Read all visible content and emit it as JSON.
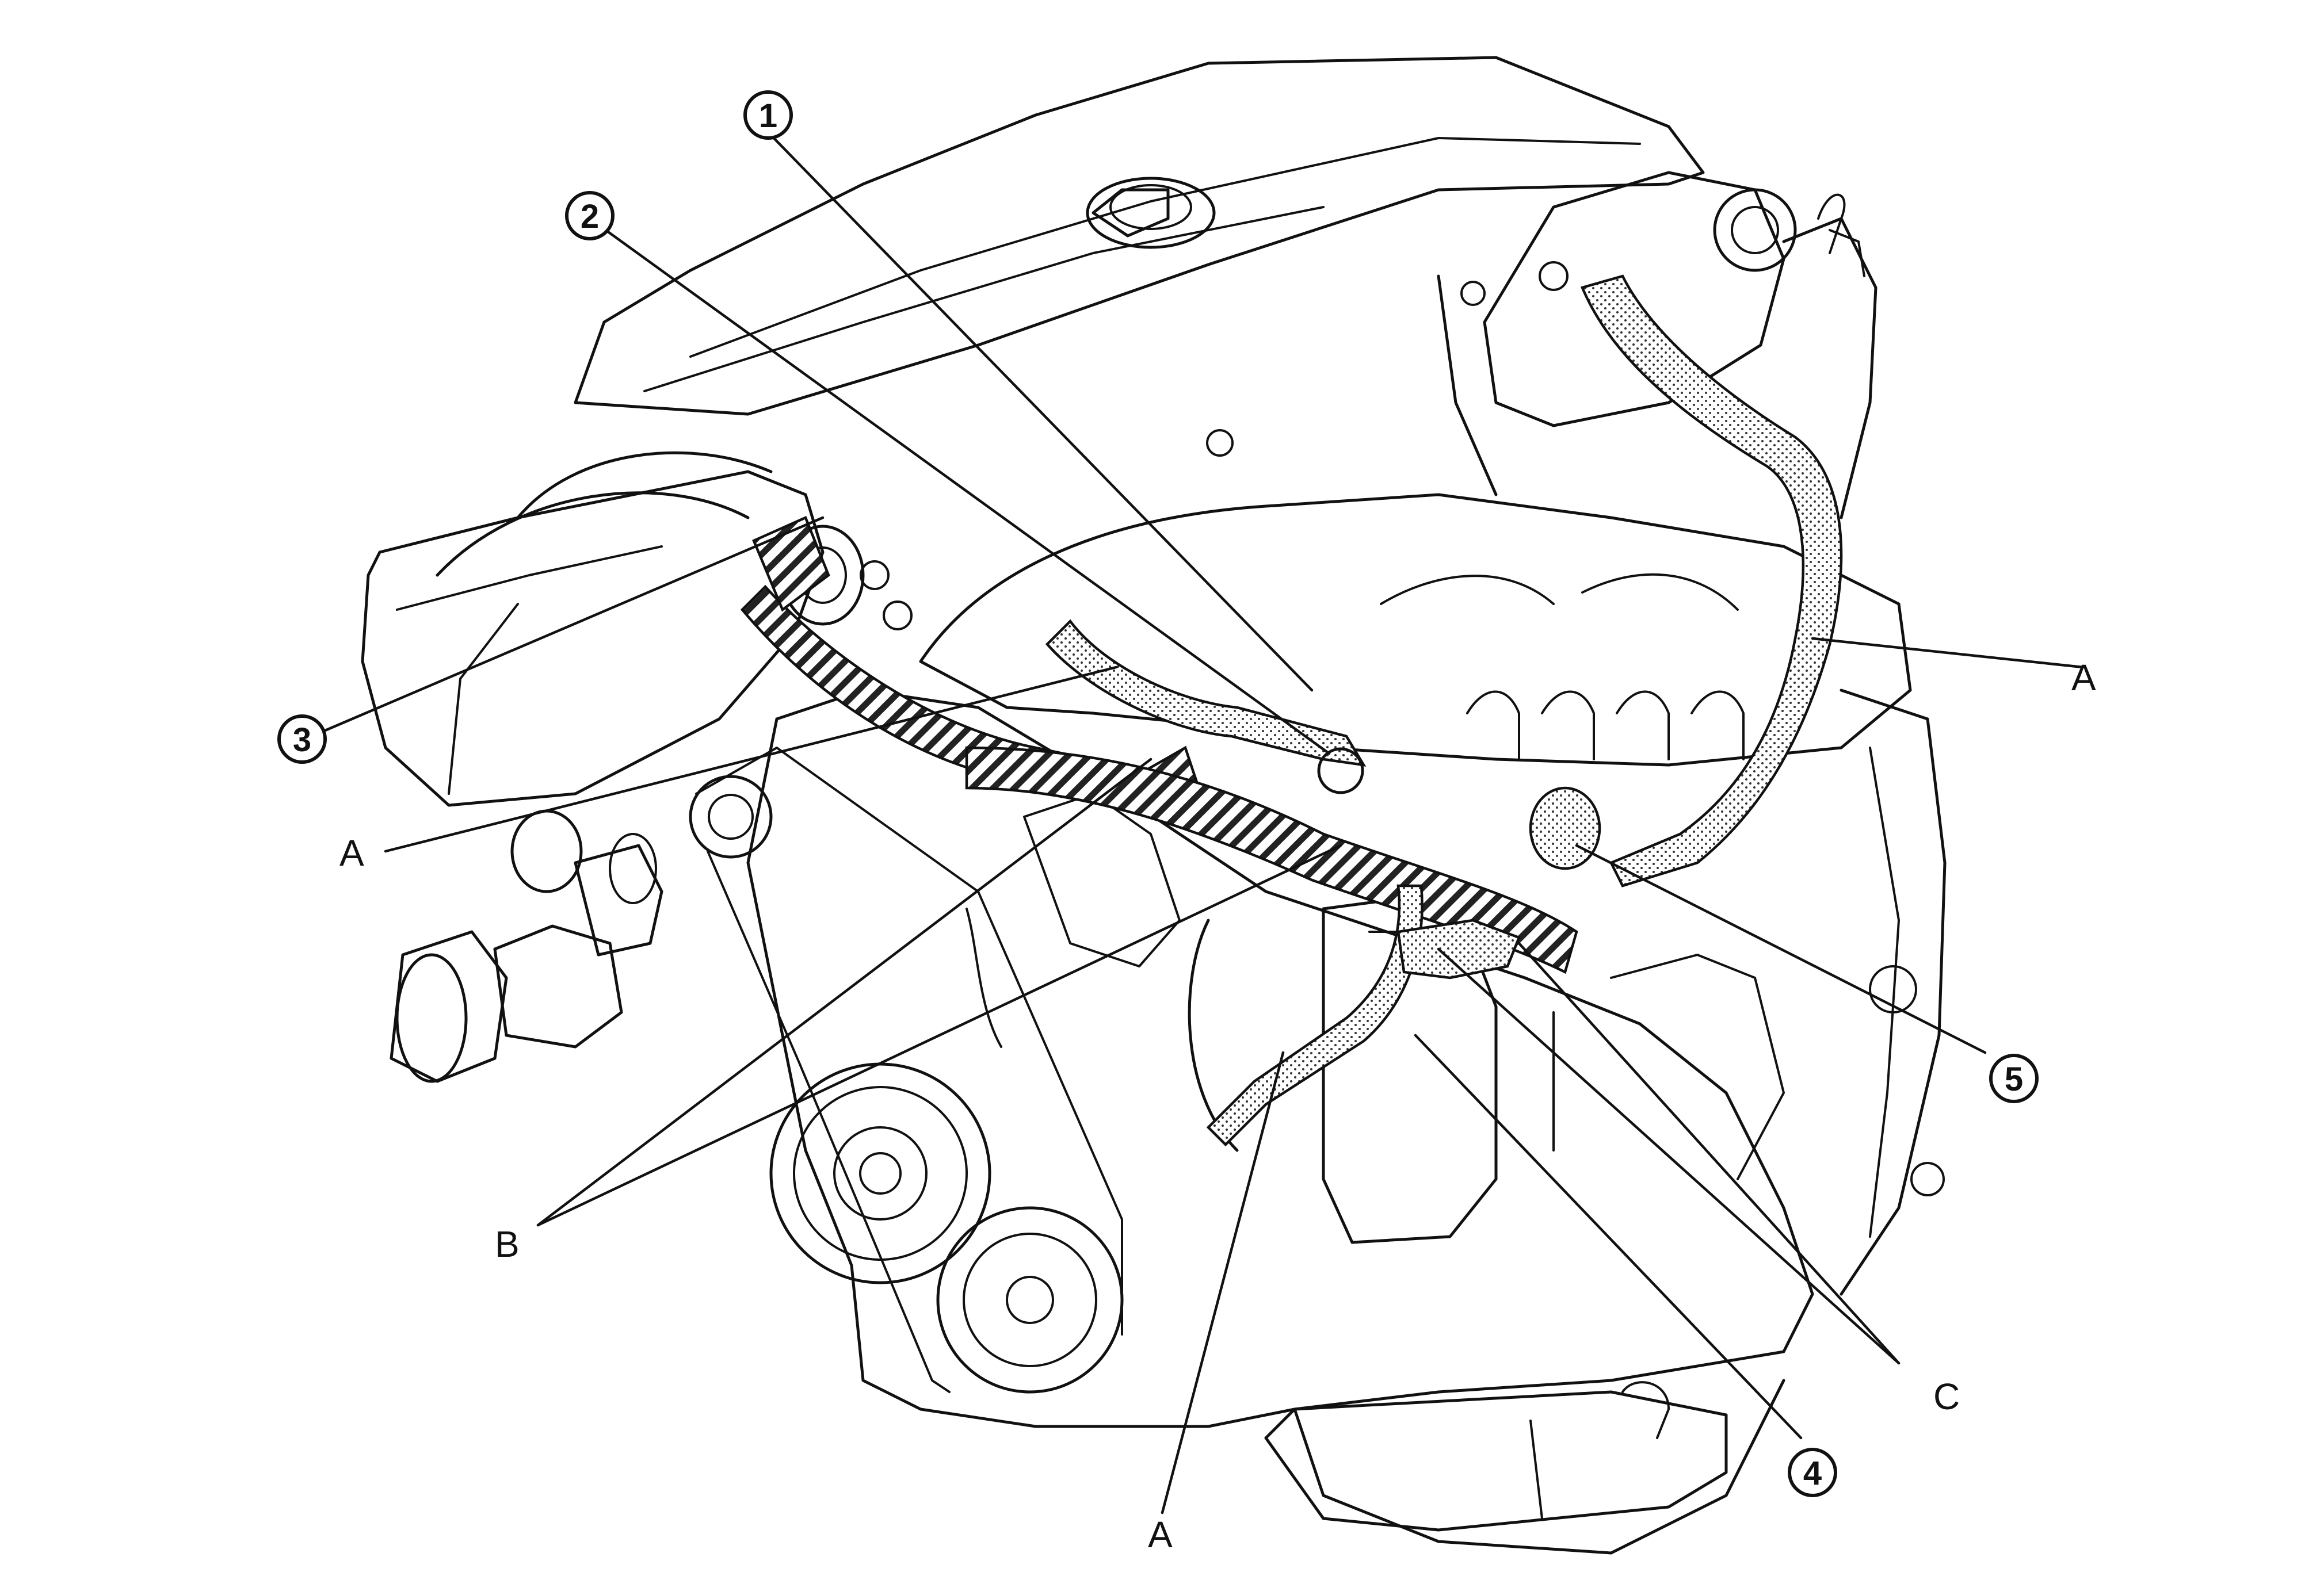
{
  "callouts": {
    "c1": "1",
    "c2": "2",
    "c3": "3",
    "c4": "4",
    "c5": "5",
    "label_a": "A",
    "label_b": "B",
    "label_c": "C"
  }
}
